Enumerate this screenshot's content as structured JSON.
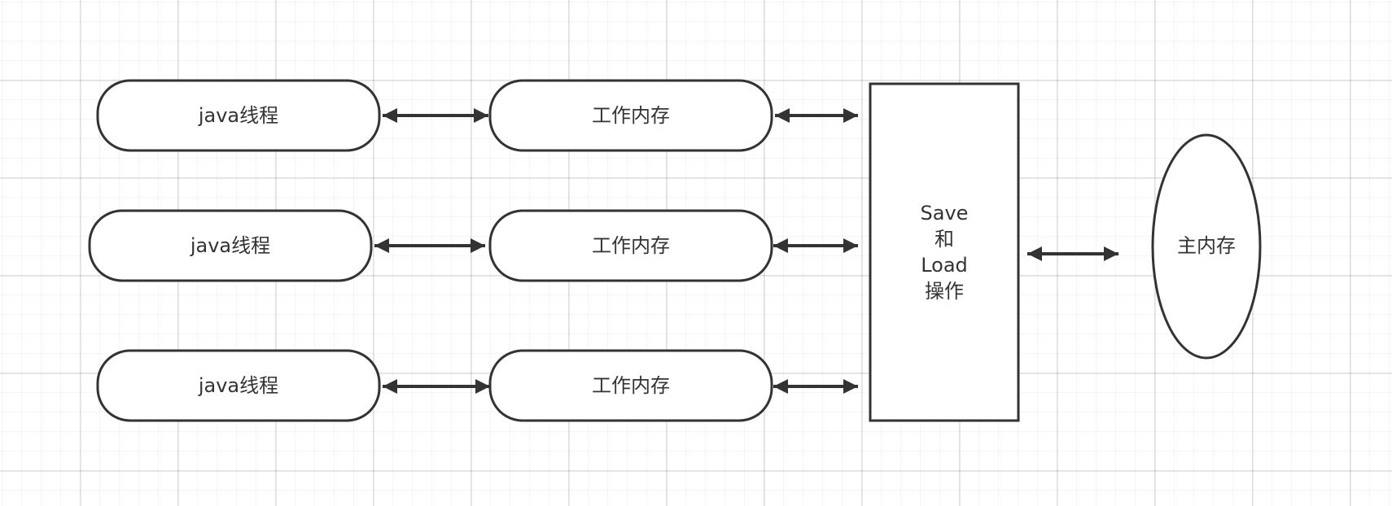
{
  "diagram": {
    "threads": [
      "java线程",
      "java线程",
      "java线程"
    ],
    "work_memory": [
      "工作内存",
      "工作内存",
      "工作内存"
    ],
    "save_load_lines": [
      "Save",
      "和",
      "Load",
      "操作"
    ],
    "main_memory": "主内存",
    "colors": {
      "stroke": "#333333",
      "fill": "#ffffff",
      "text": "#333333",
      "grid": "#e6e6e6"
    }
  }
}
